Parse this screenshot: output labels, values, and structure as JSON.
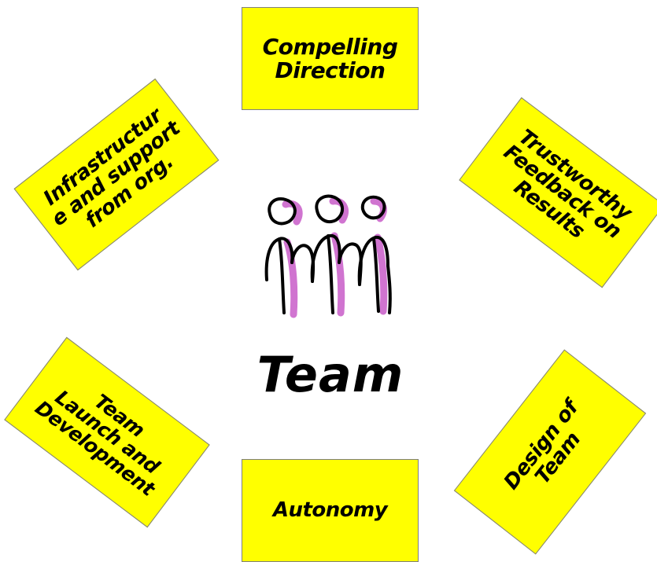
{
  "diagram": {
    "center_label": "Team",
    "center_icon": "three-people-icon",
    "notes": {
      "top": "Compelling\nDirection",
      "top_left": "Infrastructur\ne and support\nfrom org.",
      "top_right": "Trustworthy\nFeedback on\nResults",
      "bottom_left": "Team\nLaunch and\nDevelopment",
      "bottom_right": "Design of\nTeam",
      "bottom": "Autonomy"
    }
  },
  "colors": {
    "note_fill": "#ffff00",
    "note_border": "#7f7f7f",
    "figure_stroke": "#000000",
    "figure_highlight": "#cc66cc"
  }
}
